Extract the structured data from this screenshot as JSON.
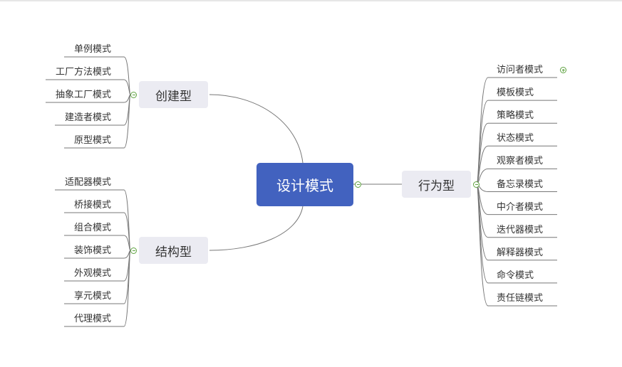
{
  "root": {
    "label": "设计模式"
  },
  "branches": {
    "creational": {
      "label": "创建型",
      "children": [
        "单例模式",
        "工厂方法模式",
        "抽象工厂模式",
        "建造者模式",
        "原型模式"
      ]
    },
    "structural": {
      "label": "结构型",
      "children": [
        "适配器模式",
        "桥接模式",
        "组合模式",
        "装饰模式",
        "外观模式",
        "享元模式",
        "代理模式"
      ]
    },
    "behavioral": {
      "label": "行为型",
      "children": [
        "访问者模式",
        "模板模式",
        "策略模式",
        "状态模式",
        "观察者模式",
        "备忘录模式",
        "中介者模式",
        "迭代器模式",
        "解释器模式",
        "命令模式",
        "责任链模式"
      ]
    }
  },
  "colors": {
    "root_bg": "#4262bf",
    "branch_bg": "#ebebf2",
    "line": "#777777",
    "toggle": "#5da23f"
  }
}
